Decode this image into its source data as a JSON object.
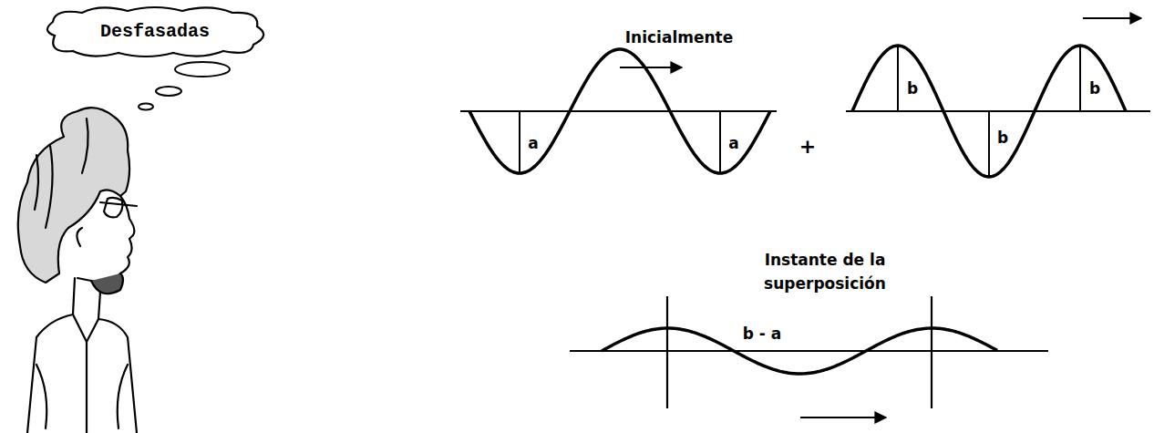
{
  "diagram": {
    "nodes": [
      {
        "text": [
          "Desfasadas"
        ]
      }
    ],
    "labels": [
      "Inicialmente",
      "a",
      "a",
      "+",
      "b",
      "b",
      "b",
      "Instante de la superposición",
      "b - a"
    ]
  }
}
